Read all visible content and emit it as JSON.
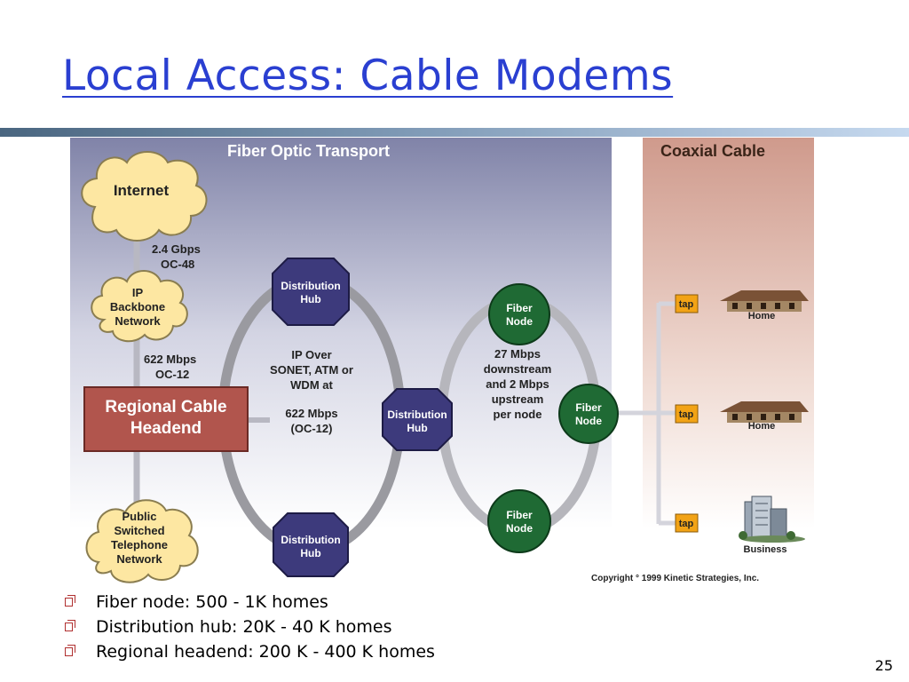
{
  "slide": {
    "title": "Local Access: Cable Modems",
    "page_number": "25"
  },
  "diagram": {
    "fiber_section_title": "Fiber Optic Transport",
    "coax_section_title": "Coaxial Cable",
    "internet": "Internet",
    "link_internet": [
      "2.4 Gbps",
      "OC-48"
    ],
    "ip_backbone": [
      "IP",
      "Backbone",
      "Network"
    ],
    "link_backbone": [
      "622 Mbps",
      "OC-12"
    ],
    "headend": [
      "Regional Cable",
      "Headend"
    ],
    "pstn": [
      "Public",
      "Switched",
      "Telephone",
      "Network"
    ],
    "distribution_hub": [
      "Distribution",
      "Hub"
    ],
    "ring1_text": [
      "IP Over",
      "SONET, ATM or",
      "WDM at",
      "",
      "622 Mbps",
      "(OC-12)"
    ],
    "fiber_node": [
      "Fiber",
      "Node"
    ],
    "ring2_text": [
      "27 Mbps",
      "downstream",
      "and 2 Mbps",
      "upstream",
      "per node"
    ],
    "tap": "tap",
    "home": "Home",
    "business": "Business",
    "copyright": "Copyright ° 1999 Kinetic Strategies, Inc.",
    "colors": {
      "cloud": "#fde7a2",
      "hub": "#3d3a7c",
      "node": "#1f6a34",
      "headend": "#b1554d",
      "tap": "#f2a316"
    }
  },
  "bullets": [
    "Fiber node: 500 - 1K homes",
    "Distribution hub: 20K - 40 K homes",
    "Regional headend: 200 K - 400 K homes"
  ]
}
